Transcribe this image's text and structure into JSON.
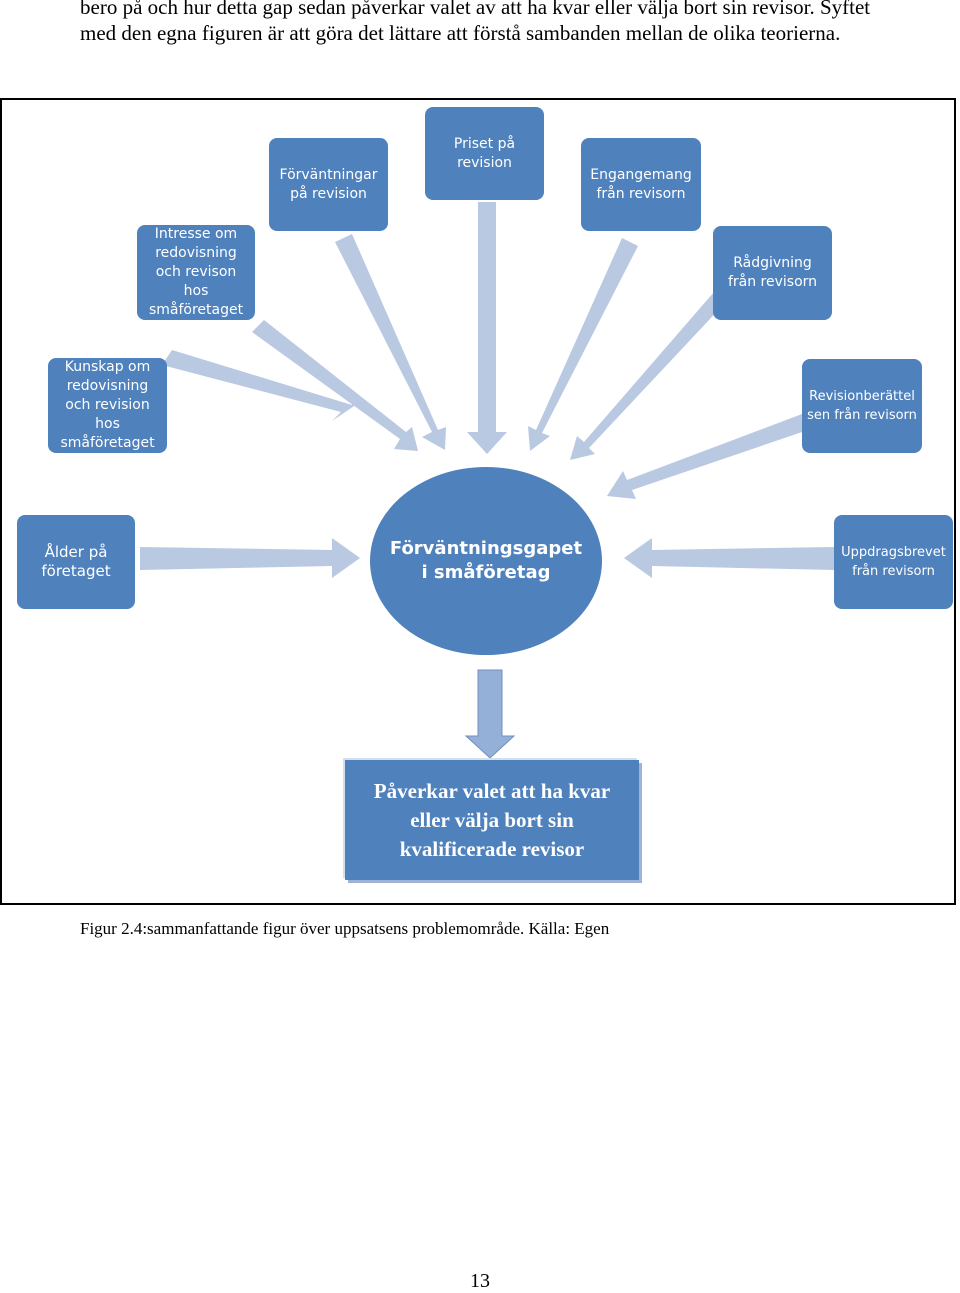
{
  "intro": {
    "line1": "bero på och hur detta gap sedan påverkar valet av att ha kvar eller välja bort sin revisor. Syftet",
    "line2": "med den egna figuren är att göra det lättare att förstå sambanden mellan de olika teorierna."
  },
  "diagram": {
    "center": {
      "line1": "Förväntningsgapet",
      "line2": "i småföretag"
    },
    "factors": [
      {
        "id": "kunskap",
        "lines": [
          "Kunskap om",
          "redovisning",
          "och revision",
          "hos",
          "småföretaget"
        ]
      },
      {
        "id": "intresse",
        "lines": [
          "Intresse om",
          "redovisning",
          "och revison",
          "hos",
          "småföretaget"
        ]
      },
      {
        "id": "forvantningar",
        "lines": [
          "Förväntningar",
          "på revision"
        ]
      },
      {
        "id": "priset",
        "lines": [
          "Priset på",
          "revision"
        ]
      },
      {
        "id": "engangemang",
        "lines": [
          "Engangemang",
          "från revisorn"
        ]
      },
      {
        "id": "radgivning",
        "lines": [
          "Rådgivning",
          "från revisorn"
        ]
      },
      {
        "id": "revisionberattelsen",
        "lines": [
          "Revisionberättel",
          "sen från revisorn"
        ]
      },
      {
        "id": "alder",
        "lines": [
          "Ålder på",
          "företaget"
        ]
      },
      {
        "id": "uppdragsbrevet",
        "lines": [
          "Uppdragsbrevet",
          "från revisorn"
        ]
      }
    ],
    "result": {
      "lines": [
        "Påverkar valet att ha kvar",
        "eller välja bort sin",
        "kvalificerade revisor"
      ]
    },
    "colors": {
      "box": "#4f81bd",
      "arrow": "#b9c9e2",
      "arrow_dark": "#8faad2"
    }
  },
  "caption": "Figur 2.4:sammanfattande figur över uppsatsens problemområde. Källa: Egen",
  "page_number": "13"
}
